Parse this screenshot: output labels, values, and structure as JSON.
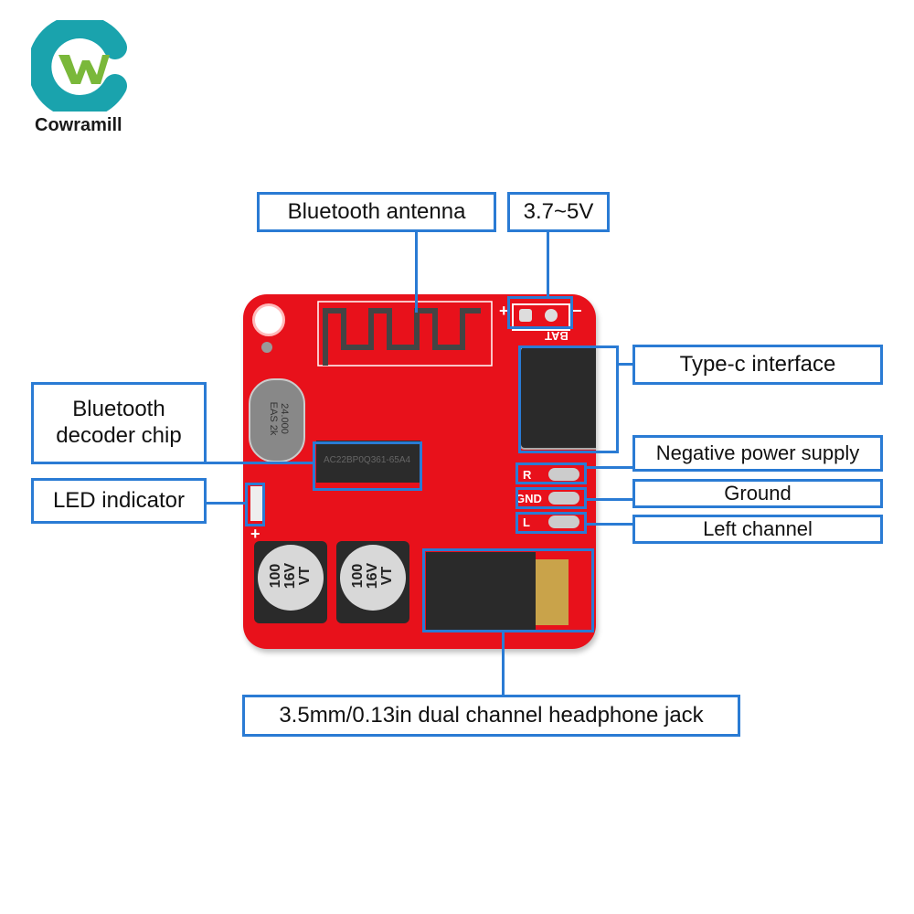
{
  "brand": {
    "name": "Cowramill",
    "logo_letter": "W",
    "colors": {
      "ring": "#1aa3ad",
      "w": "#7ab83a"
    }
  },
  "accent_color": "#2a7bd4",
  "board_color": "#e8111b",
  "labels": {
    "antenna": "Bluetooth antenna",
    "voltage": "3.7~5V",
    "typec": "Type-c interface",
    "decoder_line1": "Bluetooth",
    "decoder_line2": "decoder chip",
    "led": "LED indicator",
    "negative": "Negative power supply",
    "ground": "Ground",
    "left": "Left channel",
    "jack": "3.5mm/0.13in dual channel headphone jack"
  },
  "silkscreen": {
    "bat": "BAT",
    "plus": "+",
    "minus": "−",
    "r": "R",
    "gnd": "GND",
    "l": "L",
    "crystal_line1": "24.000",
    "crystal_line2": "EAS 2k",
    "chip": "AC22BP0Q361-65A4",
    "cap_line1": "100",
    "cap_line2": "16V",
    "cap_line3": "VT",
    "led_plus": "+"
  }
}
